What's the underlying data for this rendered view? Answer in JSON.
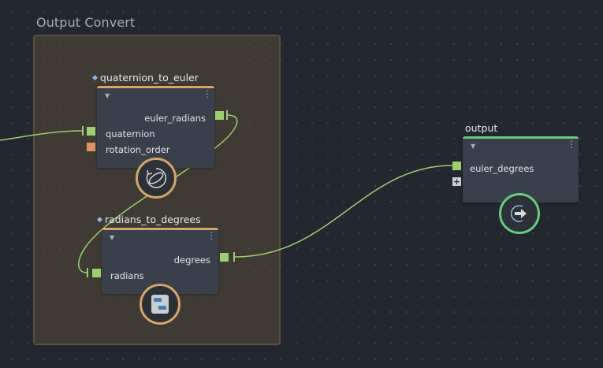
{
  "group": {
    "title": "Output Convert"
  },
  "nodes": {
    "quaternion_to_euler": {
      "title": "quaternion_to_euler",
      "outputs": [
        "euler_radians"
      ],
      "inputs": [
        "quaternion",
        "rotation_order"
      ],
      "icon": "rotation-icon"
    },
    "radians_to_degrees": {
      "title": "radians_to_degrees",
      "outputs": [
        "degrees"
      ],
      "inputs": [
        "radians"
      ],
      "icon": "calculator-icon"
    },
    "output": {
      "title": "output",
      "inputs": [
        "euler_degrees"
      ],
      "icon": "output-arrow-icon"
    }
  },
  "colors": {
    "background": "#23272f",
    "group_fill": "#584b38",
    "node_fill": "#3a404b",
    "amber_accent": "#d6a663",
    "green_accent": "#62d07e",
    "wire": "#9bd16b",
    "port_float": "#9bd16b",
    "port_enum": "#e0915f"
  }
}
